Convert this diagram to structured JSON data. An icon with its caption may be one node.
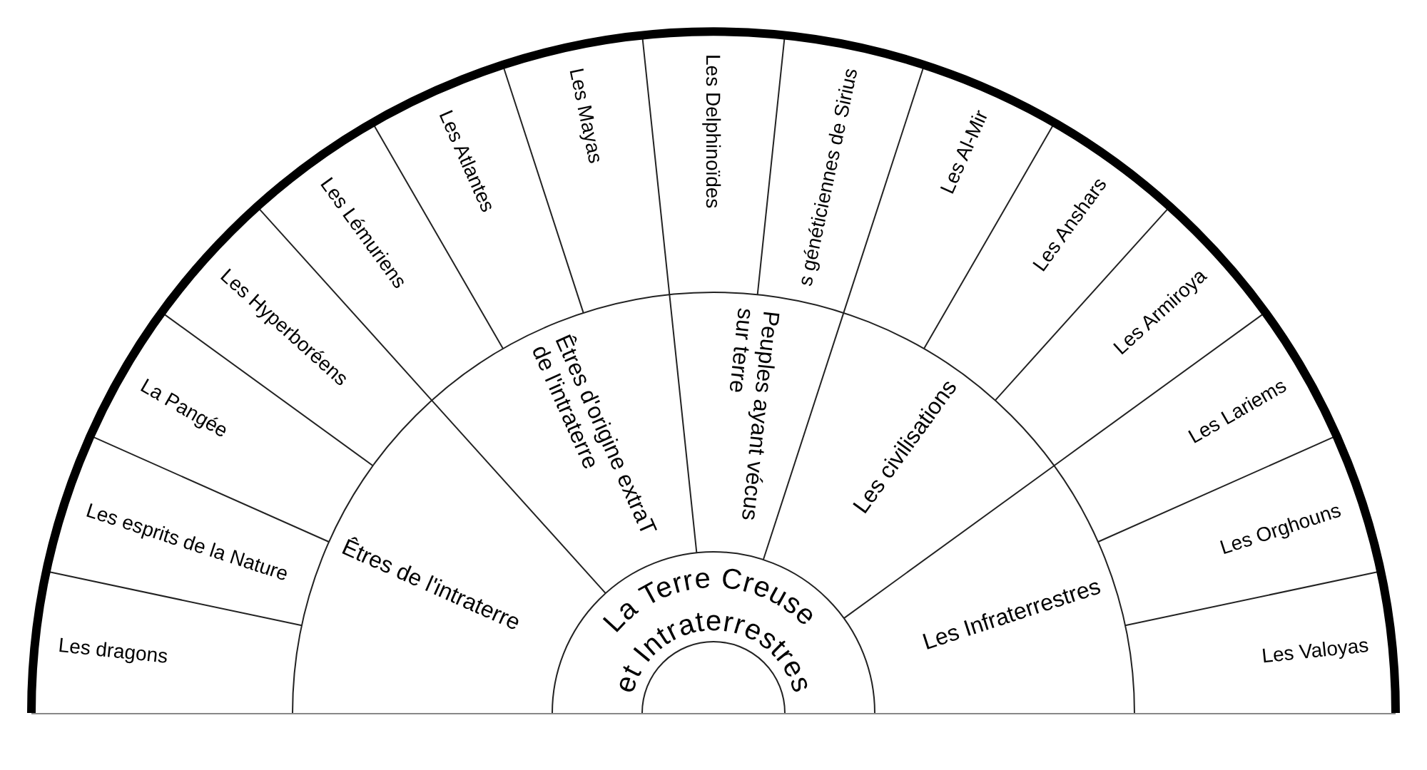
{
  "diagram": {
    "nodes": [
      {
        "text": [
          "La Terre Creuse et Intraterrestres"
        ]
      },
      {
        "text": [
          "Êtres de l'intraterre"
        ]
      },
      {
        "text": [
          "Êtres d'origine extraT de l'intraterre"
        ]
      },
      {
        "text": [
          "Peuples ayant vécus sur terre"
        ]
      },
      {
        "text": [
          "Les civilisations"
        ]
      },
      {
        "text": [
          "Les Infraterrestres"
        ]
      },
      {
        "text": [
          "Les dragons"
        ]
      },
      {
        "text": [
          "Les esprits de la Nature"
        ]
      },
      {
        "text": [
          "La Pangée"
        ]
      },
      {
        "text": [
          "Les Hyperboréens"
        ]
      },
      {
        "text": [
          "Les Lémuriens"
        ]
      },
      {
        "text": [
          "Les Atlantes"
        ]
      },
      {
        "text": [
          "Les Mayas"
        ]
      },
      {
        "text": [
          "Les Delphinoïdes"
        ]
      },
      {
        "text": [
          "s généticiennes de Sirius"
        ]
      },
      {
        "text": [
          "Les Al-Mir"
        ]
      },
      {
        "text": [
          "Les Anshars"
        ]
      },
      {
        "text": [
          "Les Armiroya"
        ]
      },
      {
        "text": [
          "Les Lariems"
        ]
      },
      {
        "text": [
          "Les Orghouns"
        ]
      },
      {
        "text": [
          "Les Valoyas"
        ]
      }
    ]
  }
}
